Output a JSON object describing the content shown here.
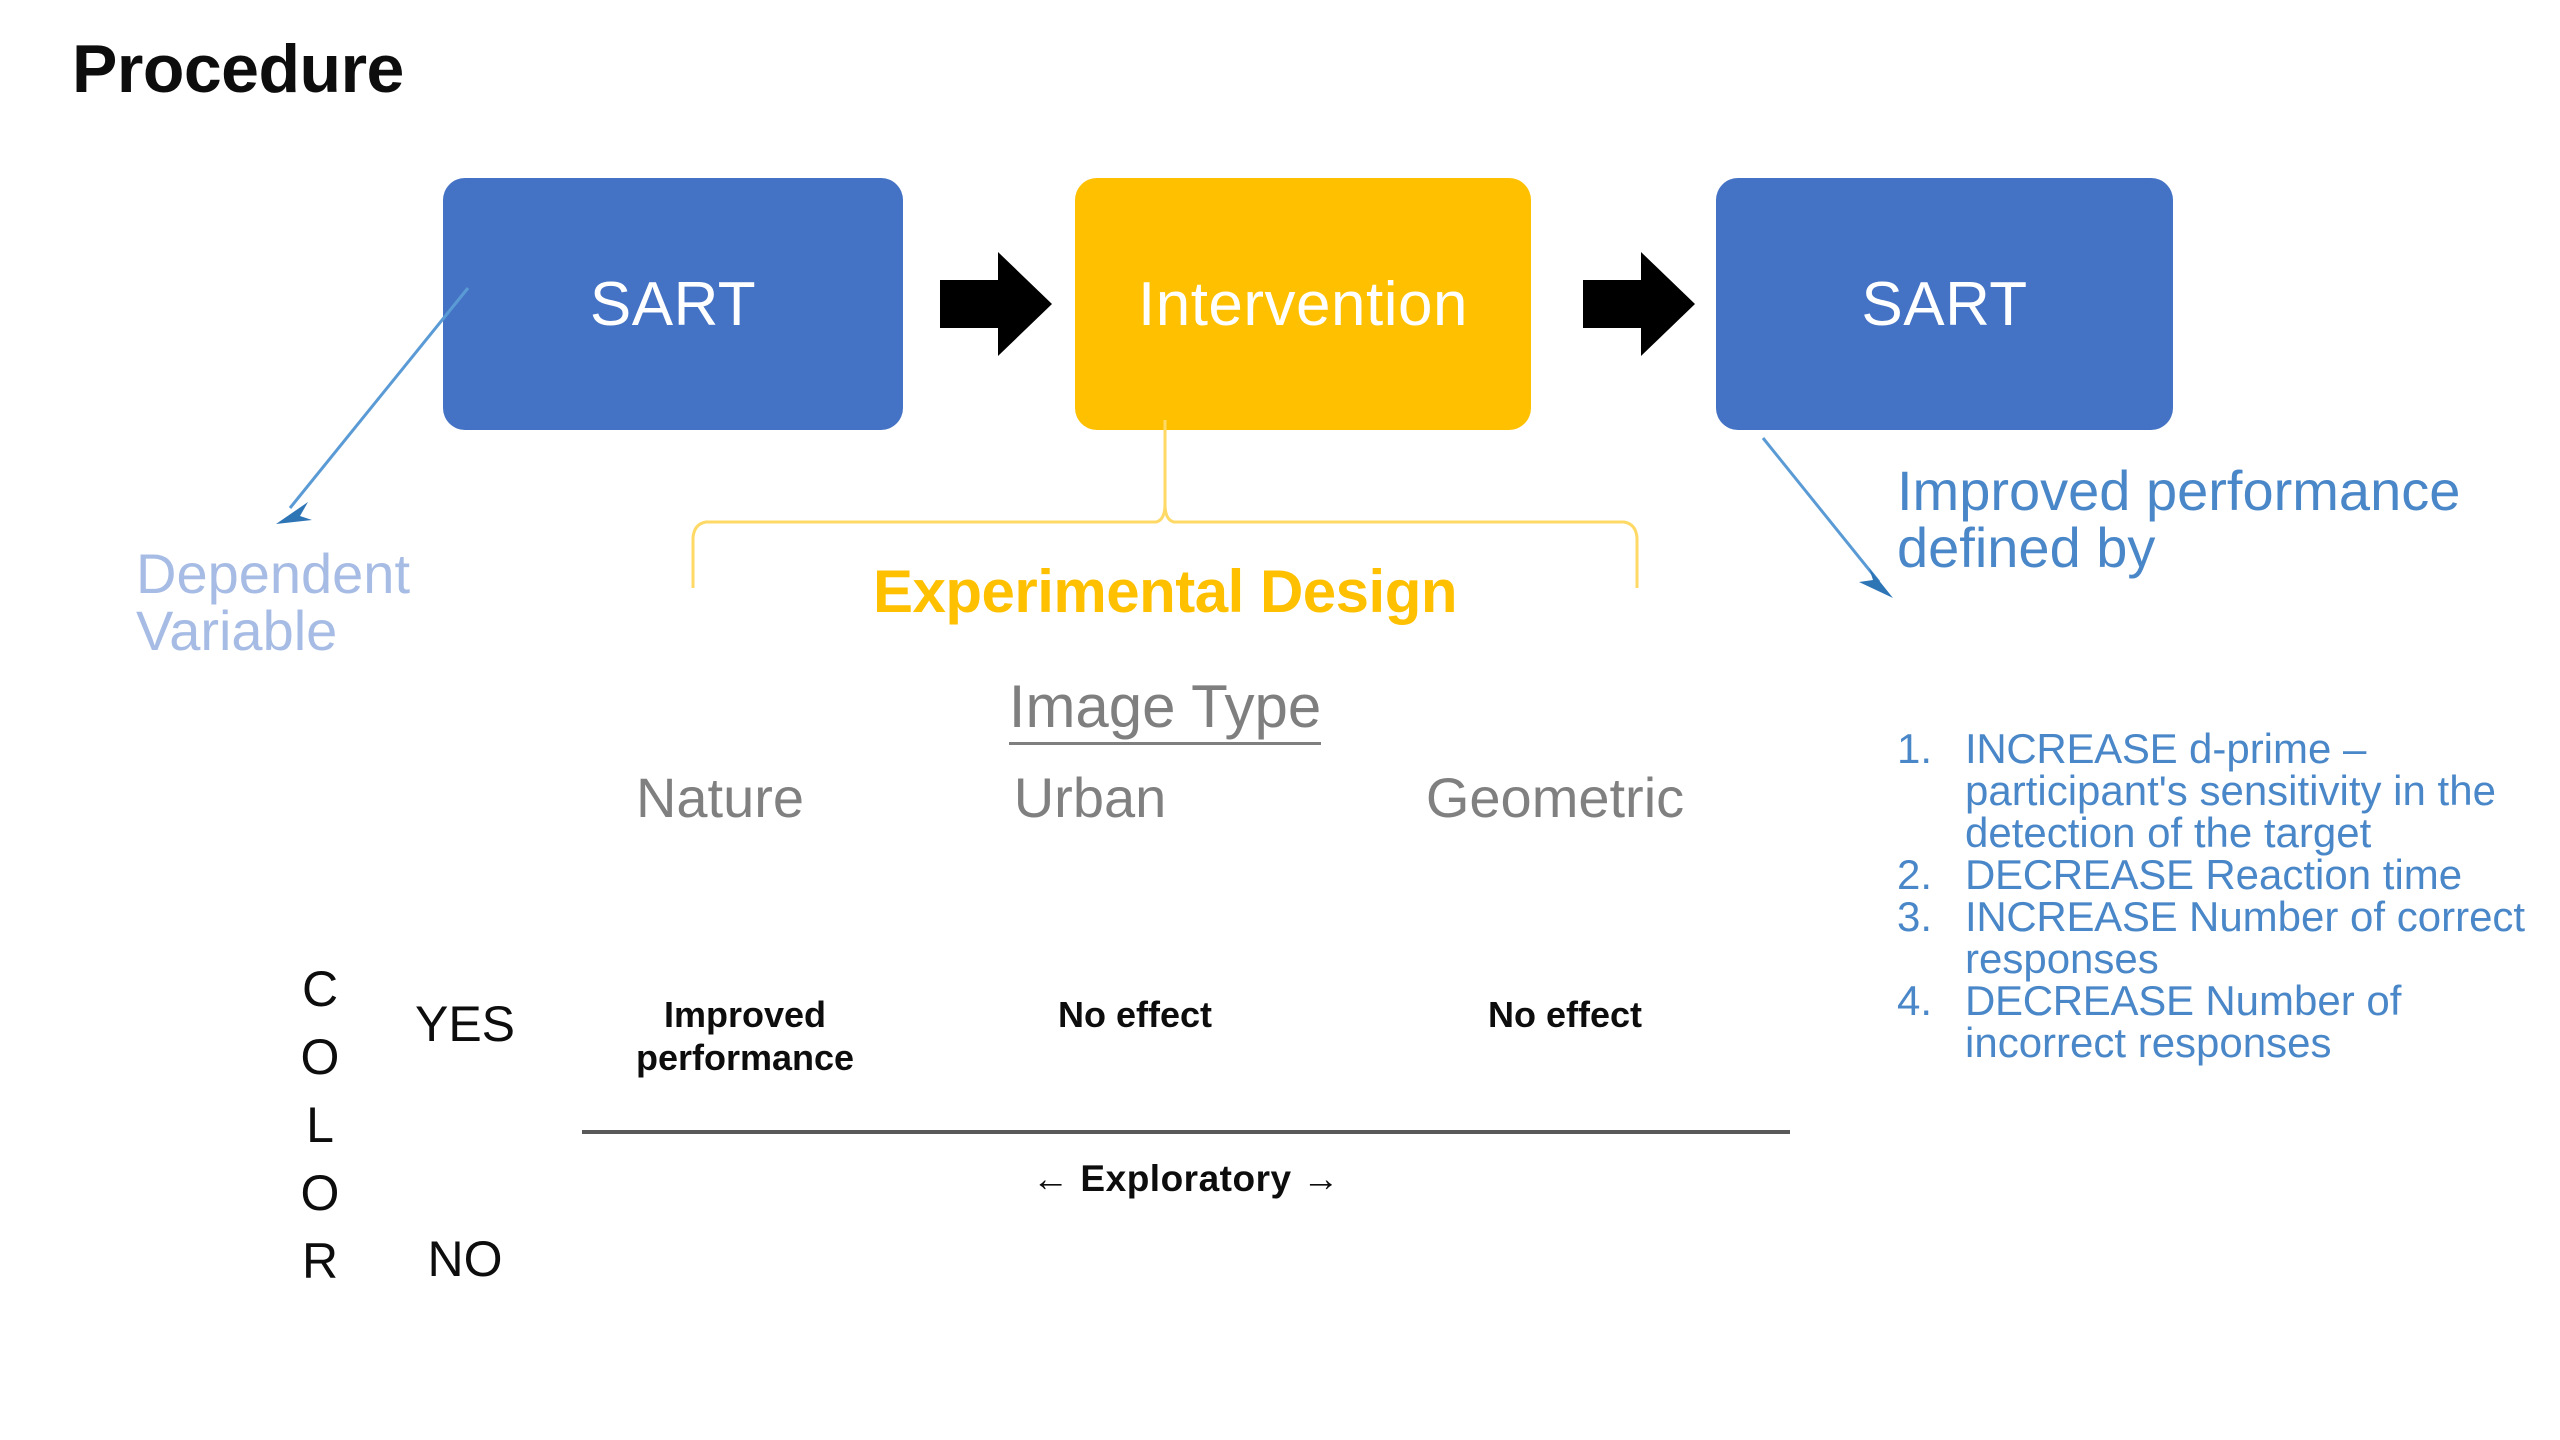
{
  "page_title": "Procedure",
  "colors": {
    "box_blue": "#4472C4",
    "box_yellow": "#FFC000",
    "outcome_blue": "#4A87C8",
    "dependent_variable_blue": "#A7BCE4",
    "gray_text": "#808080",
    "divider_gray": "#595959"
  },
  "flow": {
    "boxes": [
      {
        "label": "SART",
        "color": "#4472C4"
      },
      {
        "label": "Intervention",
        "color": "#FFC000"
      },
      {
        "label": "SART",
        "color": "#4472C4"
      }
    ],
    "arrow_icon": "right-arrow-icon"
  },
  "dependent_variable": {
    "text": "Dependent Variable",
    "arrow_icon": "diagonal-arrow-icon"
  },
  "experimental_design": {
    "brace_icon": "curly-brace-icon",
    "title": "Experimental Design",
    "factor_label": "Image Type",
    "options": [
      "Nature",
      "Urban",
      "Geometric"
    ]
  },
  "matrix": {
    "row_axis_label": "COLOR",
    "row_labels": [
      "YES",
      "NO"
    ],
    "columns": [
      "Nature",
      "Urban",
      "Geometric"
    ],
    "cells_yes": [
      "Improved performance",
      "No effect",
      "No effect"
    ],
    "cells_no": [
      "",
      "",
      ""
    ],
    "footer_note": "← Exploratory →"
  },
  "outcomes": {
    "arrow_icon": "diagonal-arrow-icon",
    "heading": "Improved performance defined by",
    "items": [
      {
        "number": "1.",
        "emphasis": "INCREASE",
        "rest": " d-prime – participant's sensitivity in the detection of the target"
      },
      {
        "number": "2.",
        "emphasis": "DECREASE",
        "rest": " Reaction time"
      },
      {
        "number": "3.",
        "emphasis": "INCREASE",
        "rest": " Number of correct responses"
      },
      {
        "number": "4.",
        "emphasis": "DECREASE",
        "rest": " Number of incorrect responses"
      }
    ]
  }
}
